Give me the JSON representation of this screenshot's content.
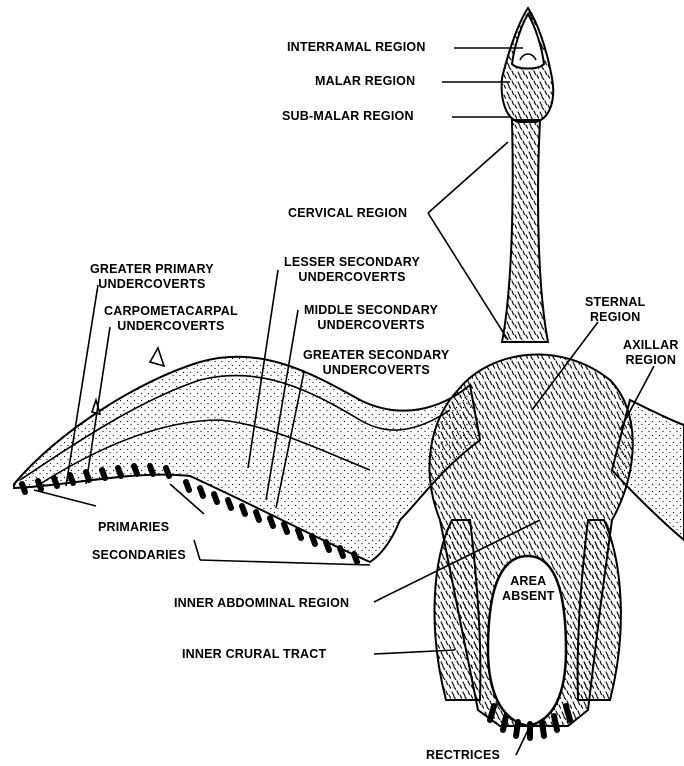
{
  "labels": {
    "interramal": "INTERRAMAL REGION",
    "malar": "MALAR REGION",
    "sub_malar": "SUB-MALAR REGION",
    "cervical": "CERVICAL REGION",
    "greater_primary": [
      "GREATER PRIMARY",
      "UNDERCOVERTS"
    ],
    "lesser_secondary": [
      "LESSER SECONDARY",
      "UNDERCOVERTS"
    ],
    "carpometacarpal": [
      "CARPOMETACARPAL",
      "UNDERCOVERTS"
    ],
    "middle_secondary": [
      "MIDDLE SECONDARY",
      "UNDERCOVERTS"
    ],
    "sternal": [
      "STERNAL",
      "REGION"
    ],
    "greater_secondary": [
      "GREATER SECONDARY",
      "UNDERCOVERTS"
    ],
    "axillar": [
      "AXILLAR",
      "REGION"
    ],
    "primaries": "PRIMARIES",
    "secondaries": "SECONDARIES",
    "area_absent": [
      "AREA",
      "ABSENT"
    ],
    "inner_abdominal": "INNER ABDOMINAL REGION",
    "inner_crural": "INNER CRURAL TRACT",
    "rectrices": "RECTRICES"
  }
}
